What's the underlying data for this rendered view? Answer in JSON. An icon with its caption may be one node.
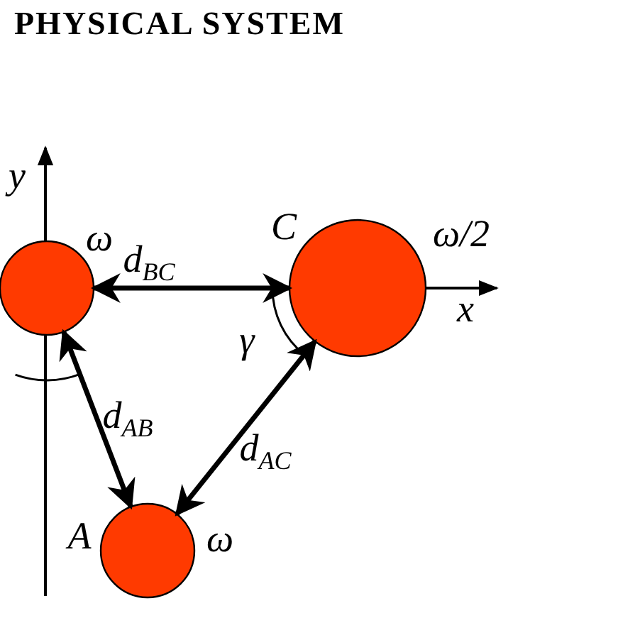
{
  "diagram": {
    "title": "PHYSICAL SYSTEM",
    "nodes": [
      {
        "text": [],
        "shape": "circle",
        "beside": [
          "ω"
        ]
      },
      {
        "text": [],
        "shape": "circle",
        "beside": [
          "C",
          "ω/2"
        ]
      },
      {
        "text": [],
        "shape": "circle",
        "beside": [
          "A",
          "ω"
        ]
      }
    ],
    "edges": [
      {
        "from": 0,
        "to": 1,
        "arrow": "both",
        "label": "d$_{BC}$"
      },
      {
        "from": 0,
        "to": 2,
        "arrow": "both",
        "label": "d$_{AB}$"
      },
      {
        "from": 2,
        "to": 1,
        "arrow": "both",
        "label": "d$_{AC}$"
      }
    ],
    "labels": [
      "y",
      "x",
      "γ"
    ]
  }
}
